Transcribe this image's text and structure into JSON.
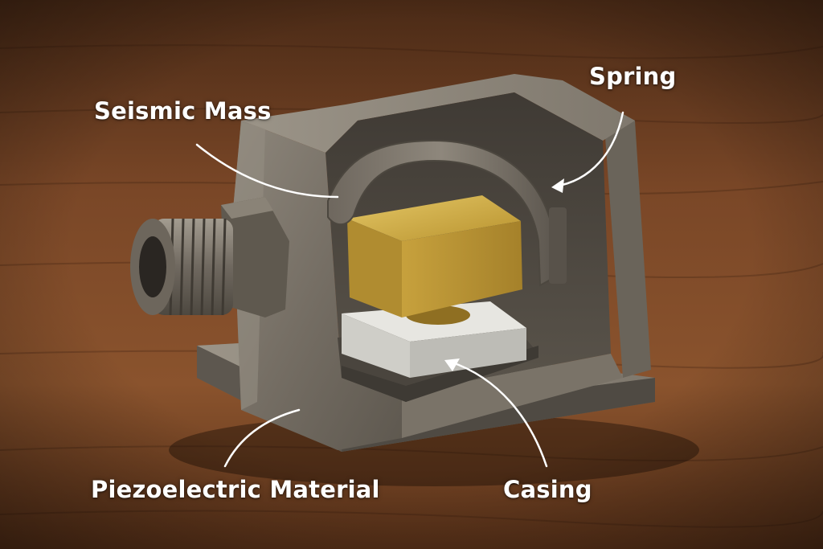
{
  "labels": {
    "seismic_mass": "Seismic Mass",
    "spring": "Spring",
    "piezoelectric_material": "Piezoelectric Material",
    "casing": "Casing"
  },
  "colors": {
    "background_wood": "#6b3f22",
    "metal_housing": "#7d766c",
    "brass_mass": "#c9a53c",
    "ceramic_block": "#d9d8d3",
    "label_text": "#ffffff",
    "leader_line": "#ffffff"
  }
}
